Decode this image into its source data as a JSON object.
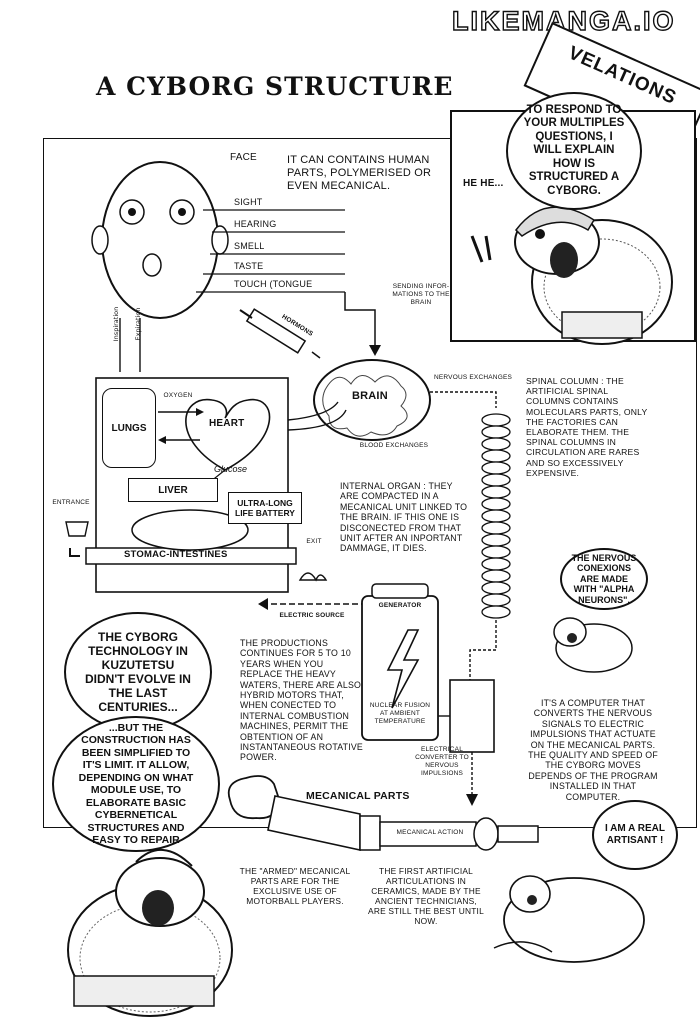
{
  "watermark": "LIKEMANGA.IO",
  "corner_tag": "VELATIONS",
  "title": "A CYBORG STRUCTURE",
  "face": {
    "label": "FACE",
    "note": "IT CAN CONTAINS HUMAN PARTS, POLYMERISED OR EVEN MECANICAL.",
    "senses": [
      "SIGHT",
      "HEARING",
      "SMELL",
      "TASTE",
      "TOUCH (TONGUE"
    ],
    "inspiration": "Inspiration",
    "expiration": "Expiration"
  },
  "top_bubble": "TO RESPOND TO YOUR MULTIPLES QUESTIONS, I WILL EXPLAIN HOW IS STRUCTURED A CYBORG.",
  "hehe": "HE HE...",
  "hormons": "HORMONS",
  "sending_info": "SENDING INFOR-MATIONS TO THE BRAIN",
  "brain": "BRAIN",
  "nervous_exchanges": "NERVOUS EXCHANGES",
  "blood_exchanges": "BLOOD EXCHANGES",
  "spinal_column": "SPINAL COLUMN : THE ARTIFICIAL SPINAL COLUMNS CONTAINS MOLECULARS PARTS, ONLY THE FACTORIES CAN ELABORATE THEM. THE SPINAL COLUMNS IN CIRCULATION ARE RARES AND SO EXCESSIVELY EXPENSIVE.",
  "organs": {
    "oxygen": "OXYGEN",
    "lungs": "LUNGS",
    "heart": "HEART",
    "glucose": "Glucose",
    "liver": "LIVER",
    "battery": "ULTRA-LONG LIFE BATTERY",
    "stomac": "STOMAC-INTESTINES",
    "entrance": "ENTRANCE",
    "exit": "EXIT"
  },
  "internal_organ": "INTERNAL ORGAN : THEY ARE COMPACTED IN A MECANICAL UNIT LINKED TO THE BRAIN. IF THIS ONE IS DISCONECTED FROM THAT UNIT AFTER AN INPORTANT DAMMAGE, IT DIES.",
  "electric_source": "ELECTRIC SOURCE",
  "generator": "GENERATOR",
  "nuclear_fusion": "NUCLEAR FUSION AT AMBIENT TEMPERATURE",
  "productions": "THE PRODUCTIONS CONTINUES FOR 5 TO 10 YEARS WHEN YOU REPLACE THE HEAVY WATERS, THERE ARE ALSO HYBRID MOTORS THAT, WHEN CONECTED TO INTERNAL COMBUSTION MACHINES, PERMIT THE OBTENTION OF AN INSTANTANEOUS ROTATIVE POWER.",
  "nervous_conexions": "THE NERVOUS CONEXIONS ARE MADE WITH \"ALPHA NEURONS\".",
  "cyborg_tech": "THE CYBORG TECHNOLOGY IN KUZUTETSU DIDN'T EVOLVE IN THE LAST CENTURIES...",
  "construction": "...BUT THE CONSTRUCTION HAS BEEN SIMPLIFIED TO IT'S LIMIT. IT ALLOW, DEPENDING ON WHAT MODULE USE, TO ELABORATE BASIC CYBERNETICAL STRUCTURES AND EASY TO REPAIR",
  "computer": "IT'S A COMPUTER THAT CONVERTS THE NERVOUS SIGNALS TO ELECTRIC IMPULSIONS THAT ACTUATE ON THE MECANICAL PARTS. THE QUALITY AND SPEED OF THE CYBORG MOVES DEPENDS OF THE PROGRAM INSTALLED IN THAT COMPUTER.",
  "converter": "ELECTRICAL CONVERTER TO NERVOUS IMPULSIONS",
  "mecanical_parts": "MECANICAL PARTS",
  "mecanical_action": "MECANICAL ACTION",
  "armed": "THE \"ARMED\" MECANICAL PARTS ARE FOR THE EXCLUSIVE USE OF MOTORBALL PLAYERS.",
  "articulations": "THE FIRST ARTIFICIAL ARTICULATIONS IN CERAMICS, MADE BY THE ANCIENT TECHNICIANS, ARE STILL THE BEST UNTIL NOW.",
  "artisant": "I AM A REAL ARTISANT !"
}
